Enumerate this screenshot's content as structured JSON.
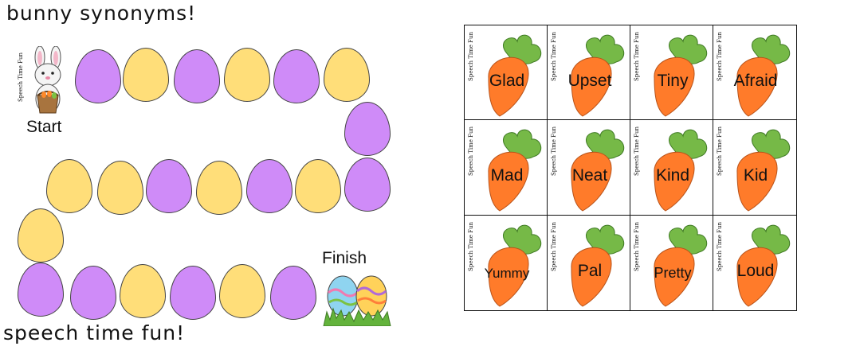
{
  "board": {
    "title": "bunny synonyms!",
    "footer": "speech time fun!",
    "start_label": "Start",
    "finish_label": "Finish",
    "credit": "Speech Time Fun",
    "colors": {
      "yellow": "#ffde79",
      "purple": "#cf8bf8"
    },
    "path_egg_colors": [
      "purple",
      "yellow",
      "purple",
      "yellow",
      "purple",
      "yellow",
      "purple",
      "yellow",
      "yellow",
      "purple",
      "yellow",
      "purple",
      "yellow",
      "purple",
      "yellow",
      "purple",
      "purple",
      "yellow",
      "purple",
      "yellow",
      "purple",
      "yellow",
      "purple"
    ]
  },
  "cards": {
    "credit": "Speech Time Fun",
    "words": [
      "Glad",
      "Upset",
      "Tiny",
      "Afraid",
      "Mad",
      "Neat",
      "Kind",
      "Kid",
      "Yummy",
      "Pal",
      "Pretty",
      "Loud"
    ]
  }
}
